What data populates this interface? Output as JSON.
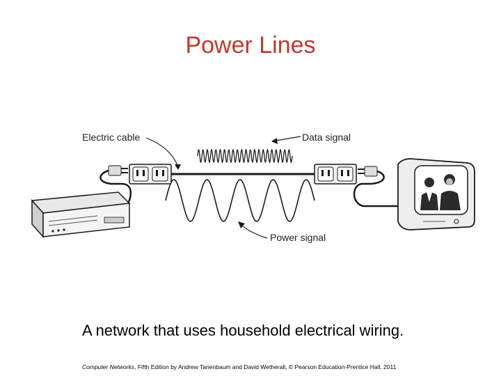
{
  "title": "Power Lines",
  "figure": {
    "label_electric_cable": "Electric cable",
    "label_data_signal": "Data signal",
    "label_power_signal": "Power signal"
  },
  "caption": "A network that uses household electrical wiring.",
  "credit": {
    "book": "Computer Networks",
    "rest": ", Fifth Edition by Andrew Tanenbaum and David Wetherall, © Pearson Education-Prentice Hall, 2011"
  },
  "colors": {
    "title": "#c0392b",
    "line": "#1a1a1a"
  }
}
